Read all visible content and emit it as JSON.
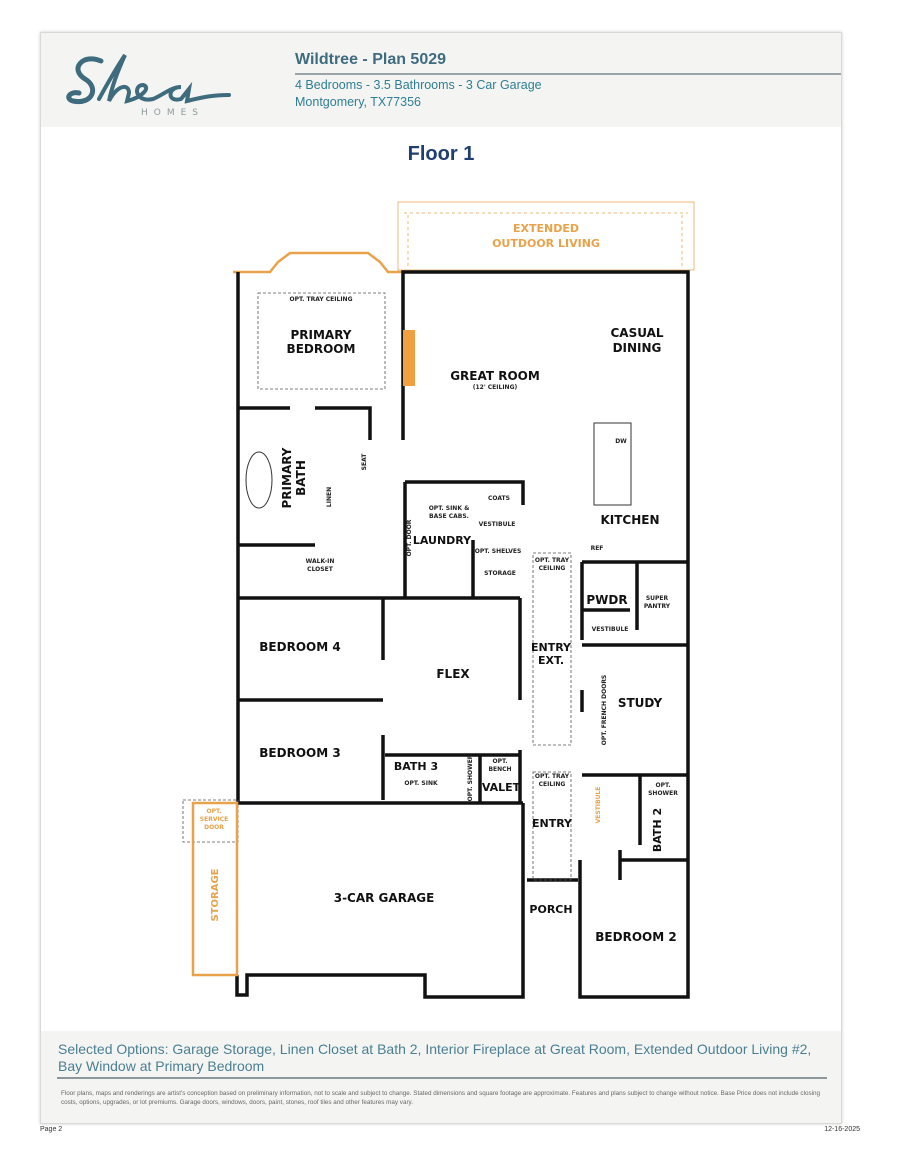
{
  "brand": {
    "logo_text": "Shea",
    "logo_sub": "HOMES",
    "color": "#3f6b7e"
  },
  "header": {
    "title": "Wildtree - Plan 5029",
    "specs": "4 Bedrooms - 3.5 Bathrooms - 3 Car Garage",
    "location": "Montgomery, TX77356"
  },
  "floor_title": "Floor 1",
  "rooms": {
    "outdoor1": "EXTENDED",
    "outdoor2": "OUTDOOR LIVING",
    "tray1": "OPT. TRAY CEILING",
    "primary1": "PRIMARY",
    "primary2": "BEDROOM",
    "great": "GREAT ROOM",
    "great_sub": "(12' CEILING)",
    "dining1": "CASUAL",
    "dining2": "DINING",
    "pbath1": "PRIMARY",
    "pbath2": "BATH",
    "seat": "SEAT",
    "linen": "LINEN",
    "dw": "DW",
    "sink1": "OPT. SINK &",
    "sink2": "BASE CABS.",
    "coats": "COATS",
    "vestibule": "VESTIBULE",
    "kitchen": "KITCHEN",
    "laundry": "LAUNDRY",
    "optdoor": "OPT. DOOR",
    "walkin1": "WALK-IN",
    "walkin2": "CLOSET",
    "shelves": "OPT. SHELVES",
    "storage": "STORAGE",
    "tray2a": "OPT. TRAY",
    "tray2b": "CEILING",
    "ref": "REF",
    "pwdr": "PWDR",
    "pantry1": "SUPER",
    "pantry2": "PANTRY",
    "vestibule2": "VESTIBULE",
    "bed4": "BEDROOM 4",
    "flex": "FLEX",
    "entryext1": "ENTRY",
    "entryext2": "EXT.",
    "study": "STUDY",
    "french": "OPT. FRENCH DOORS",
    "bed3": "BEDROOM 3",
    "bath3": "BATH 3",
    "optsink": "OPT. SINK",
    "optshower": "OPT. SHOWER",
    "bench1": "OPT.",
    "bench2": "BENCH",
    "valet": "VALET",
    "tray3a": "OPT. TRAY",
    "tray3b": "CEILING",
    "entry": "ENTRY",
    "vestibule3": "VESTIBULE",
    "optshower2a": "OPT.",
    "optshower2b": "SHOWER",
    "bath2": "BATH 2",
    "service1": "OPT.",
    "service2": "SERVICE",
    "service3": "DOOR",
    "gstorage": "STORAGE",
    "garage": "3-CAR GARAGE",
    "porch": "PORCH",
    "bed2": "BEDROOM 2"
  },
  "colors": {
    "option_orange": "#e8a24a",
    "wall": "#111111",
    "title_blue": "#1f3f6e",
    "text_teal": "#2f7e93"
  },
  "footer": {
    "selected_options": "Selected Options: Garage Storage, Linen Closet at Bath 2, Interior Fireplace at Great Room, Extended Outdoor Living #2, Bay Window at Primary Bedroom",
    "disclaimer": "Floor plans, maps and renderings are artist's conception based on preliminary information, not to scale and subject to change. Stated dimensions and square footage are approximate. Features and plans subject to change without notice. Base Price does not include closing costs, options, upgrades, or lot premiums. Garage doors, windows, doors, paint, stones, roof tiles and other features may vary.",
    "page": "Page 2",
    "date": "12-16-2025"
  }
}
